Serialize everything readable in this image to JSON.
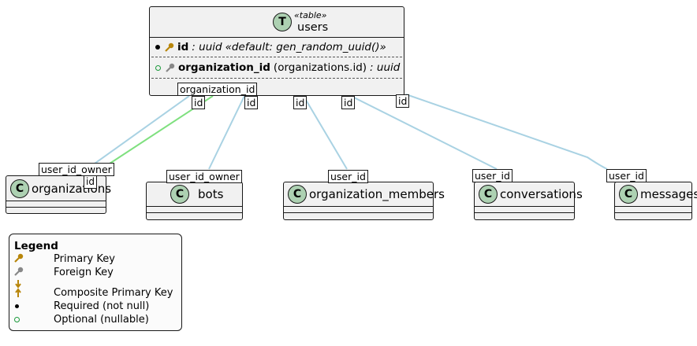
{
  "users": {
    "stereotype": "«table»",
    "icon_letter": "T",
    "name": "users",
    "fields": [
      {
        "name": "id",
        "type": ": uuid",
        "extra": "«default: gen_random_uuid()»"
      },
      {
        "name": "organization_id",
        "ref": "(organizations.id)",
        "type": ": uuid"
      }
    ]
  },
  "entities": [
    {
      "name": "organizations",
      "letter": "C"
    },
    {
      "name": "bots",
      "letter": "C"
    },
    {
      "name": "organization_members",
      "letter": "C"
    },
    {
      "name": "conversations",
      "letter": "C"
    },
    {
      "name": "messages",
      "letter": "C"
    }
  ],
  "relation_labels": {
    "source_fk": "organization_id",
    "id": "id",
    "owner": "user_id_owner",
    "user_id": "user_id"
  },
  "legend": {
    "title": "Legend",
    "items": [
      {
        "icon": "primary-key-icon",
        "label": "Primary Key"
      },
      {
        "icon": "foreign-key-icon",
        "label": "Foreign Key"
      },
      {
        "icon": "composite-key-icon",
        "label": "Composite Primary Key"
      },
      {
        "icon": "required-dot-icon",
        "label": "Required (not null)"
      },
      {
        "icon": "optional-circle-icon",
        "label": "Optional (nullable)"
      }
    ]
  },
  "colors": {
    "relation_line": "#a9d2e3",
    "fk_line": "#7fe07f",
    "entity_fill": "#f1f1f1",
    "circle_fill": "#add1b2",
    "key_gold": "#b8860b"
  }
}
